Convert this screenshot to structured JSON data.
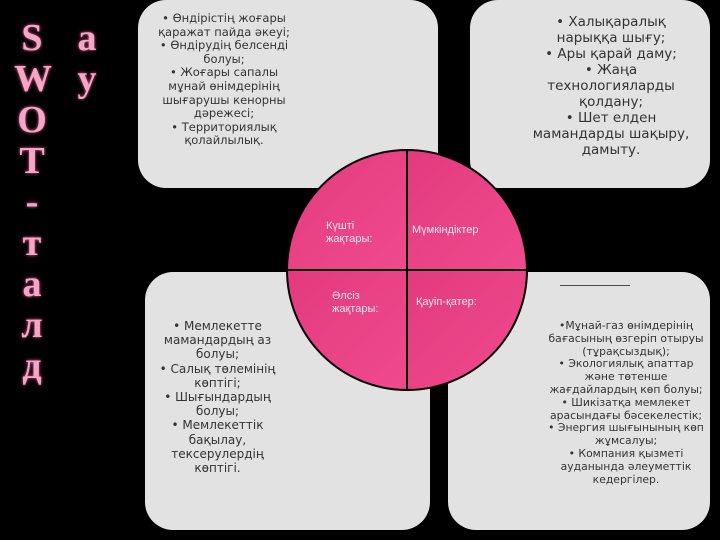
{
  "title_left": [
    "S",
    "W",
    "O",
    "T",
    "-",
    "т",
    "а",
    "л",
    "д"
  ],
  "title_right": [
    "а",
    "у"
  ],
  "quadrants": {
    "strengths": "Күшті жақтары:",
    "opportunities": "Мүмкіндіктер",
    "weaknesses": "Әлсіз жақтары:",
    "threats": "Қауіп-қатер:"
  },
  "strengths_items": [
    "• Өндірістің жоғары қаражат пайда әкеуі;",
    "• Өндірудің белсенді болуы;",
    "• Жоғары сапалы мұнай өнімдерінің шығарушы кенорны дәрежесі;",
    "• Территориялық қолайлылық."
  ],
  "opportunities_items": [
    "• Халықаралық нарыққа шығу;",
    "• Ары қарай даму;",
    "• Жаңа технологияларды қолдану;",
    "• Шет елден мамандарды шақыру, дамыту."
  ],
  "weaknesses_items": [
    "• Мемлекетте мамандардың аз болуы;",
    "• Салық төлемінің көптігі;",
    "• Шығындардың болуы;",
    "• Мемлекеттік бақылау, тексерулердің көптігі."
  ],
  "threats_items": [
    "•Мұнай-газ өнімдерінің бағасының өзгеріп отыруы (тұрақсыздық);",
    "• Экологиялық апаттар және төтенше жағдайлардың көп болуы;",
    "• Шикізатқа мемлекет арасындағы бәсекелестік;",
    "• Энергия шығынының көп жұмсалуы;",
    "• Компания қызметі ауданында әлеуметтік кедергілер."
  ],
  "colors": {
    "accent_pink": "#ee3f86",
    "box_grey": "#e2e2e2",
    "title_pink": "#f3a7c4"
  }
}
